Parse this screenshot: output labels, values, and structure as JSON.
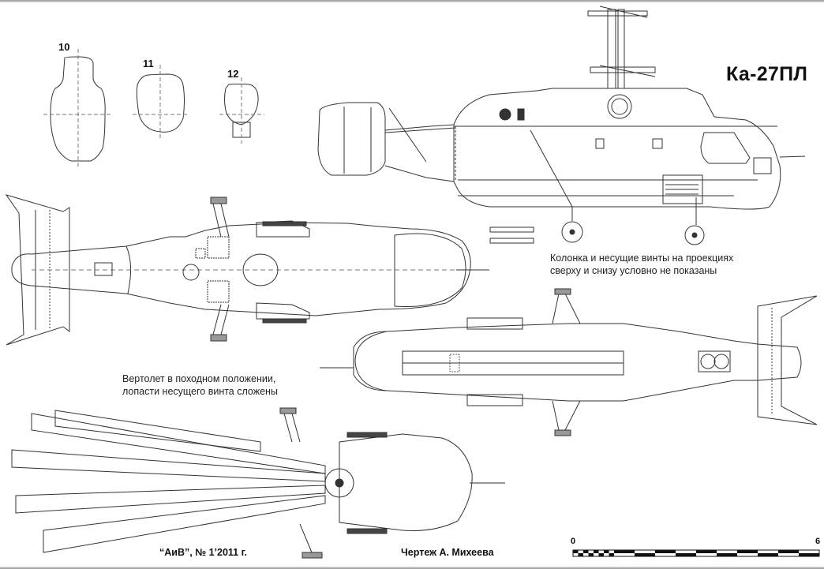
{
  "title": "Ка-27ПЛ",
  "sections": [
    {
      "id": "10",
      "label": "10"
    },
    {
      "id": "11",
      "label": "11"
    },
    {
      "id": "12",
      "label": "12"
    }
  ],
  "notes": {
    "projection_note_line1": "Колонка и несущие винты на проекциях",
    "projection_note_line2": "сверху и снизу условно не показаны",
    "folded_note_line1": "Вертолет в походном положении,",
    "folded_note_line2": "лопасти несущего винта сложены"
  },
  "footer": {
    "source": "“АиВ”, № 1’2011 г.",
    "author": "Чертеж А. Михеева"
  },
  "scale_bar": {
    "start_label": "0",
    "end_label": "6",
    "units_total": 6
  },
  "views": [
    {
      "name": "side-view",
      "description": "side elevation"
    },
    {
      "name": "top-view",
      "description": "plan from above"
    },
    {
      "name": "bottom-view",
      "description": "plan from below"
    },
    {
      "name": "folded-view",
      "description": "top view with folded rotor blades"
    }
  ]
}
